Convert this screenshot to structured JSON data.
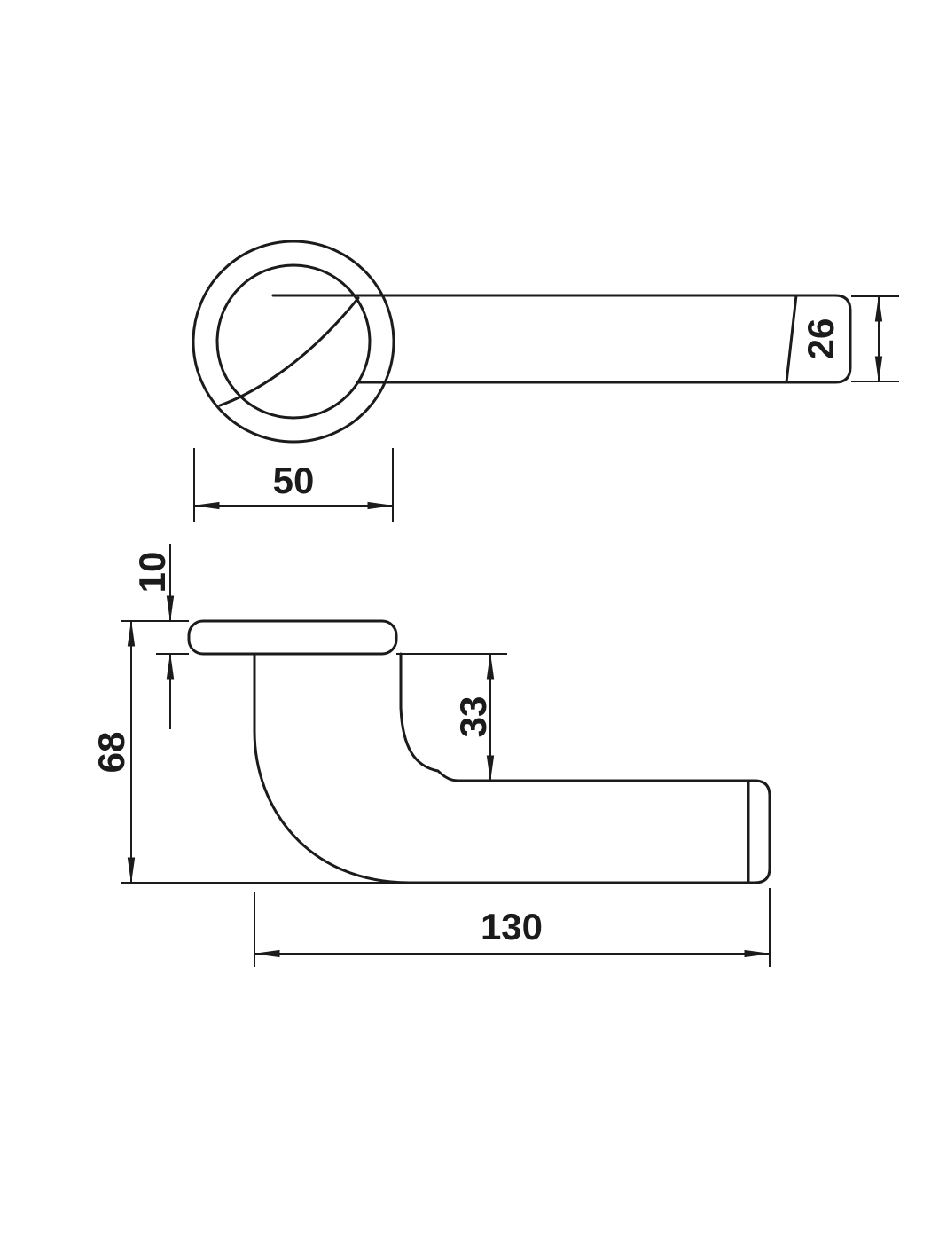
{
  "colors": {
    "line": "#1b1b1b",
    "background": "#ffffff"
  },
  "dimensions": {
    "rosette_diameter": "50",
    "lever_thickness": "26",
    "rosette_depth": "10",
    "overall_projection": "68",
    "neck_height": "33",
    "lever_length": "130"
  }
}
